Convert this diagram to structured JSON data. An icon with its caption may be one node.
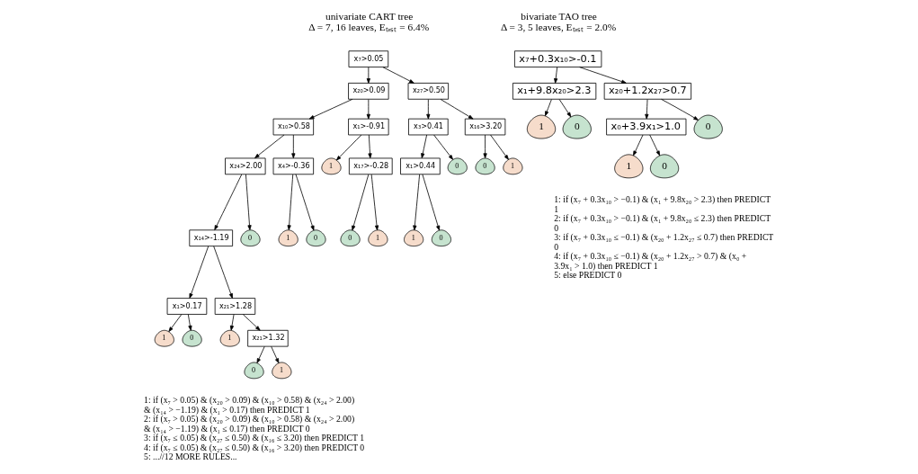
{
  "diagram": {
    "nodes": [
      {
        "text": [
          "x₇>0.05"
        ]
      },
      {
        "text": [
          "x₂₀>0.09"
        ]
      },
      {
        "text": [
          "x₂₇>0.50"
        ]
      },
      {
        "text": [
          "x₁₀>0.58"
        ]
      },
      {
        "text": [
          "x₁>-0.91"
        ]
      },
      {
        "text": [
          "x₃>0.41"
        ]
      },
      {
        "text": [
          "x₁₆>3.20"
        ]
      },
      {
        "text": [
          "x₂₄>2.00"
        ]
      },
      {
        "text": [
          "x₄>-0.36"
        ]
      },
      {
        "text": [
          "1"
        ]
      },
      {
        "text": [
          "x₁₇>-0.28"
        ]
      },
      {
        "text": [
          "x₁>0.44"
        ]
      },
      {
        "text": [
          "0"
        ]
      },
      {
        "text": [
          "0"
        ]
      },
      {
        "text": [
          "1"
        ]
      },
      {
        "text": [
          "x₁₄>-1.19"
        ]
      },
      {
        "text": [
          "0"
        ]
      },
      {
        "text": [
          "1"
        ]
      },
      {
        "text": [
          "0"
        ]
      },
      {
        "text": [
          "0"
        ]
      },
      {
        "text": [
          "1"
        ]
      },
      {
        "text": [
          "1"
        ]
      },
      {
        "text": [
          "0"
        ]
      },
      {
        "text": [
          "x₁>0.17"
        ]
      },
      {
        "text": [
          "x₂₁>1.28"
        ]
      },
      {
        "text": [
          "1"
        ]
      },
      {
        "text": [
          "0"
        ]
      },
      {
        "text": [
          "1"
        ]
      },
      {
        "text": [
          "x₂₁>1.32"
        ]
      },
      {
        "text": [
          "0"
        ]
      },
      {
        "text": [
          "1"
        ]
      },
      {
        "text": [
          "x₇+0.3x₁₀>-0.1"
        ]
      },
      {
        "text": [
          "x₁+9.8x₂₀>2.3"
        ]
      },
      {
        "text": [
          "x₂₀+1.2x₂₇>0.7"
        ]
      },
      {
        "text": [
          "1"
        ]
      },
      {
        "text": [
          "0"
        ]
      },
      {
        "text": [
          "x₀+3.9x₁>1.0"
        ]
      },
      {
        "text": [
          "0"
        ]
      },
      {
        "text": [
          "1"
        ]
      },
      {
        "text": [
          "0"
        ]
      }
    ],
    "edges": [
      {
        "from": 0,
        "to": 1,
        "arrow": "to"
      },
      {
        "from": 0,
        "to": 2,
        "arrow": "to"
      },
      {
        "from": 1,
        "to": 3,
        "arrow": "to"
      },
      {
        "from": 1,
        "to": 4,
        "arrow": "to"
      },
      {
        "from": 2,
        "to": 5,
        "arrow": "to"
      },
      {
        "from": 2,
        "to": 6,
        "arrow": "to"
      },
      {
        "from": 3,
        "to": 7,
        "arrow": "to"
      },
      {
        "from": 3,
        "to": 8,
        "arrow": "to"
      },
      {
        "from": 4,
        "to": 9,
        "arrow": "to"
      },
      {
        "from": 4,
        "to": 10,
        "arrow": "to"
      },
      {
        "from": 5,
        "to": 11,
        "arrow": "to"
      },
      {
        "from": 5,
        "to": 12,
        "arrow": "to"
      },
      {
        "from": 6,
        "to": 13,
        "arrow": "to"
      },
      {
        "from": 6,
        "to": 14,
        "arrow": "to"
      },
      {
        "from": 7,
        "to": 15,
        "arrow": "to"
      },
      {
        "from": 7,
        "to": 16,
        "arrow": "to"
      },
      {
        "from": 8,
        "to": 17,
        "arrow": "to"
      },
      {
        "from": 8,
        "to": 18,
        "arrow": "to"
      },
      {
        "from": 10,
        "to": 19,
        "arrow": "to"
      },
      {
        "from": 10,
        "to": 20,
        "arrow": "to"
      },
      {
        "from": 11,
        "to": 21,
        "arrow": "to"
      },
      {
        "from": 11,
        "to": 22,
        "arrow": "to"
      },
      {
        "from": 15,
        "to": 23,
        "arrow": "to"
      },
      {
        "from": 15,
        "to": 24,
        "arrow": "to"
      },
      {
        "from": 23,
        "to": 25,
        "arrow": "to"
      },
      {
        "from": 23,
        "to": 26,
        "arrow": "to"
      },
      {
        "from": 24,
        "to": 27,
        "arrow": "to"
      },
      {
        "from": 24,
        "to": 28,
        "arrow": "to"
      },
      {
        "from": 28,
        "to": 29,
        "arrow": "to"
      },
      {
        "from": 28,
        "to": 30,
        "arrow": "to"
      },
      {
        "from": 31,
        "to": 32,
        "arrow": "to"
      },
      {
        "from": 31,
        "to": 33,
        "arrow": "to"
      },
      {
        "from": 32,
        "to": 34,
        "arrow": "to"
      },
      {
        "from": 32,
        "to": 35,
        "arrow": "to"
      },
      {
        "from": 33,
        "to": 36,
        "arrow": "to"
      },
      {
        "from": 33,
        "to": 37,
        "arrow": "to"
      },
      {
        "from": 36,
        "to": 38,
        "arrow": "to"
      },
      {
        "from": 36,
        "to": 39,
        "arrow": "to"
      }
    ],
    "labels": [
      "univariate CART tree",
      "Δ = 7, 16 leaves, Eₜₑₛₜ = 6.4%",
      "bivariate TAO tree",
      "Δ = 3, 5 leaves, Eₜₑₛₜ = 2.0%",
      "1: if (x₇ > 0.05) & (x₂₀ > 0.09) & (x₁₀ > 0.58) & (x₂₄ > 2.00) & (x₁₄ > −1.19) & (x₁ > 0.17) then PREDICT 1",
      "2: if (x₇ > 0.05) & (x₂₀ > 0.09) & (x₁₀ > 0.58) & (x₂₄ > 2.00) & (x₁₄ > −1.19) & (x₁ ≤ 0.17) then PREDICT 0",
      "3: if (x₇ ≤ 0.05) & (x₂₇ ≤ 0.50) & (x₁₆ ≤ 3.20) then PREDICT 1",
      "4: if (x₇ ≤ 0.05) & (x₂₇ ≤ 0.50) & (x₁₆ > 3.20) then PREDICT 0",
      "5: ...//12 MORE RULES...",
      "1: if (x₇ + 0.3x₁₀ > −0.1) & (x₁ + 9.8x₂₀ > 2.3) then PREDICT 1",
      "2: if (x₇ + 0.3x₁₀ > −0.1) & (x₁ + 9.8x₂₀ ≤ 2.3) then PREDICT 0",
      "3: if (x₇ + 0.3x₁₀ ≤ −0.1) & (x₂₀ + 1.2x₂₇ ≤ 0.7) then PREDICT 0",
      "4: if (x₇ + 0.3x₁₀ ≤ −0.1) & (x₂₀ + 1.2x₂₇ > 0.7) & (x₀ + 3.9x₁ > 1.0) then PREDICT 1",
      "5: else PREDICT 0"
    ]
  }
}
